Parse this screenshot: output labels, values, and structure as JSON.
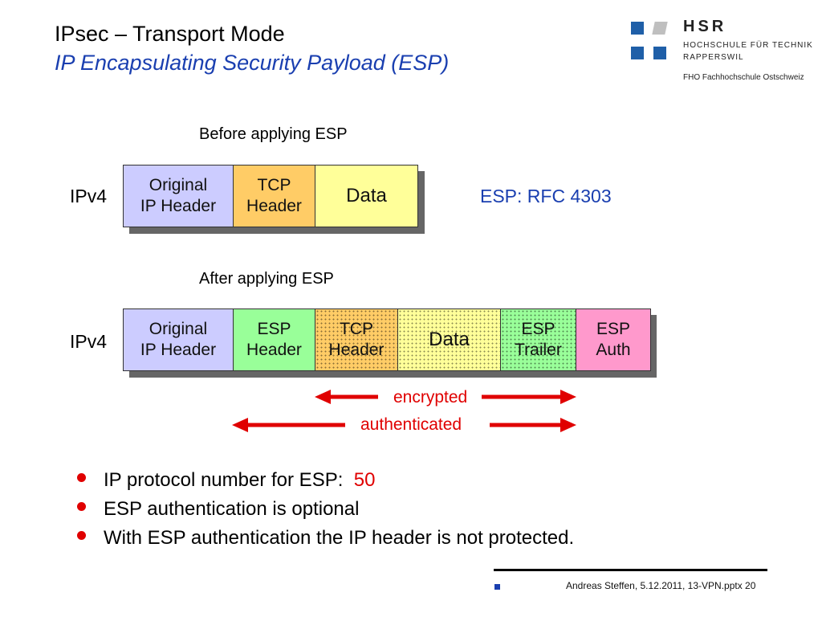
{
  "slide": {
    "title": "IPsec – Transport Mode",
    "subtitle": "IP Encapsulating Security Payload  (ESP)"
  },
  "logo": {
    "name": "HSR",
    "line1": "HOCHSCHULE FÜR TECHNIK",
    "line2": "RAPPERSWIL",
    "line3": "FHO Fachhochschule Ostschweiz",
    "colors": {
      "blue": "#1f5fa8",
      "gray": "#bfbfbf"
    }
  },
  "before": {
    "label": "Before applying ESP",
    "proto": "IPv4",
    "cells": [
      {
        "text": "Original\nIP Header",
        "color": "#ccccff"
      },
      {
        "text": "TCP\nHeader",
        "color": "#ffcc66"
      },
      {
        "text": "Data",
        "color": "#ffff99"
      }
    ]
  },
  "rfc": "ESP:  RFC 4303",
  "after": {
    "label": "After applying ESP",
    "proto": "IPv4",
    "cells": [
      {
        "text": "Original\nIP Header",
        "color": "#ccccff"
      },
      {
        "text": "ESP\nHeader",
        "color": "#99ff99"
      },
      {
        "text": "TCP\nHeader",
        "color": "#ffcc66"
      },
      {
        "text": "Data",
        "color": "#ffff99"
      },
      {
        "text": "ESP\nTrailer",
        "color": "#99ff99"
      },
      {
        "text": "ESP\nAuth",
        "color": "#ff99cc"
      }
    ]
  },
  "arrows": {
    "encrypted": "encrypted",
    "authenticated": "authenticated",
    "color": "#e00000"
  },
  "bullets": [
    {
      "text": "IP protocol number for ESP:  ",
      "highlight": "50"
    },
    {
      "text": "ESP authentication is optional"
    },
    {
      "text": "With ESP authentication the IP header is not protected."
    }
  ],
  "footer": "Andreas Steffen, 5.12.2011, 13-VPN.pptx 20"
}
